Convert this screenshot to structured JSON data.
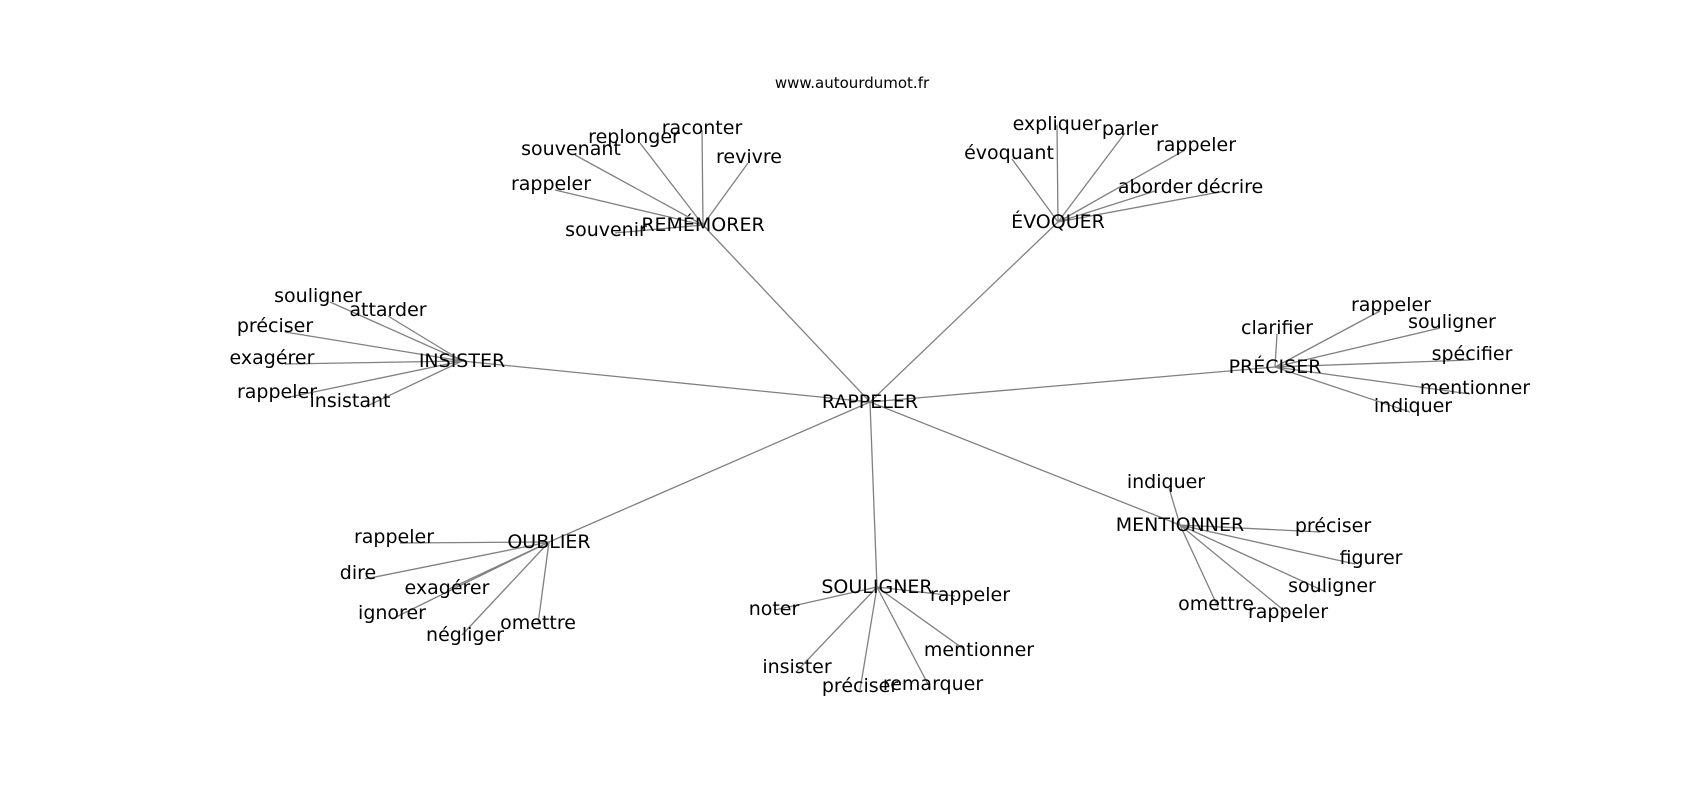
{
  "site": "www.autourdumot.fr",
  "center": "RAPPELER",
  "groups": [
    {
      "label": "REMÉMORER",
      "children": [
        "souvenant",
        "replonger",
        "raconter",
        "revivre",
        "rappeler",
        "souvenir"
      ]
    },
    {
      "label": "ÉVOQUER",
      "children": [
        "expliquer",
        "parler",
        "évoquant",
        "rappeler",
        "aborder",
        "décrire"
      ]
    },
    {
      "label": "INSISTER",
      "children": [
        "souligner",
        "attarder",
        "préciser",
        "exagérer",
        "rappeler",
        "insistant"
      ]
    },
    {
      "label": "PRÉCISER",
      "children": [
        "rappeler",
        "clarifier",
        "souligner",
        "spécifier",
        "mentionner",
        "indiquer"
      ]
    },
    {
      "label": "OUBLIER",
      "children": [
        "rappeler",
        "dire",
        "exagérer",
        "ignorer",
        "négliger",
        "omettre"
      ]
    },
    {
      "label": "SOULIGNER",
      "children": [
        "rappeler",
        "noter",
        "insister",
        "préciser",
        "remarquer",
        "mentionner"
      ]
    },
    {
      "label": "MENTIONNER",
      "children": [
        "indiquer",
        "préciser",
        "figurer",
        "souligner",
        "omettre",
        "rappeler"
      ]
    }
  ]
}
